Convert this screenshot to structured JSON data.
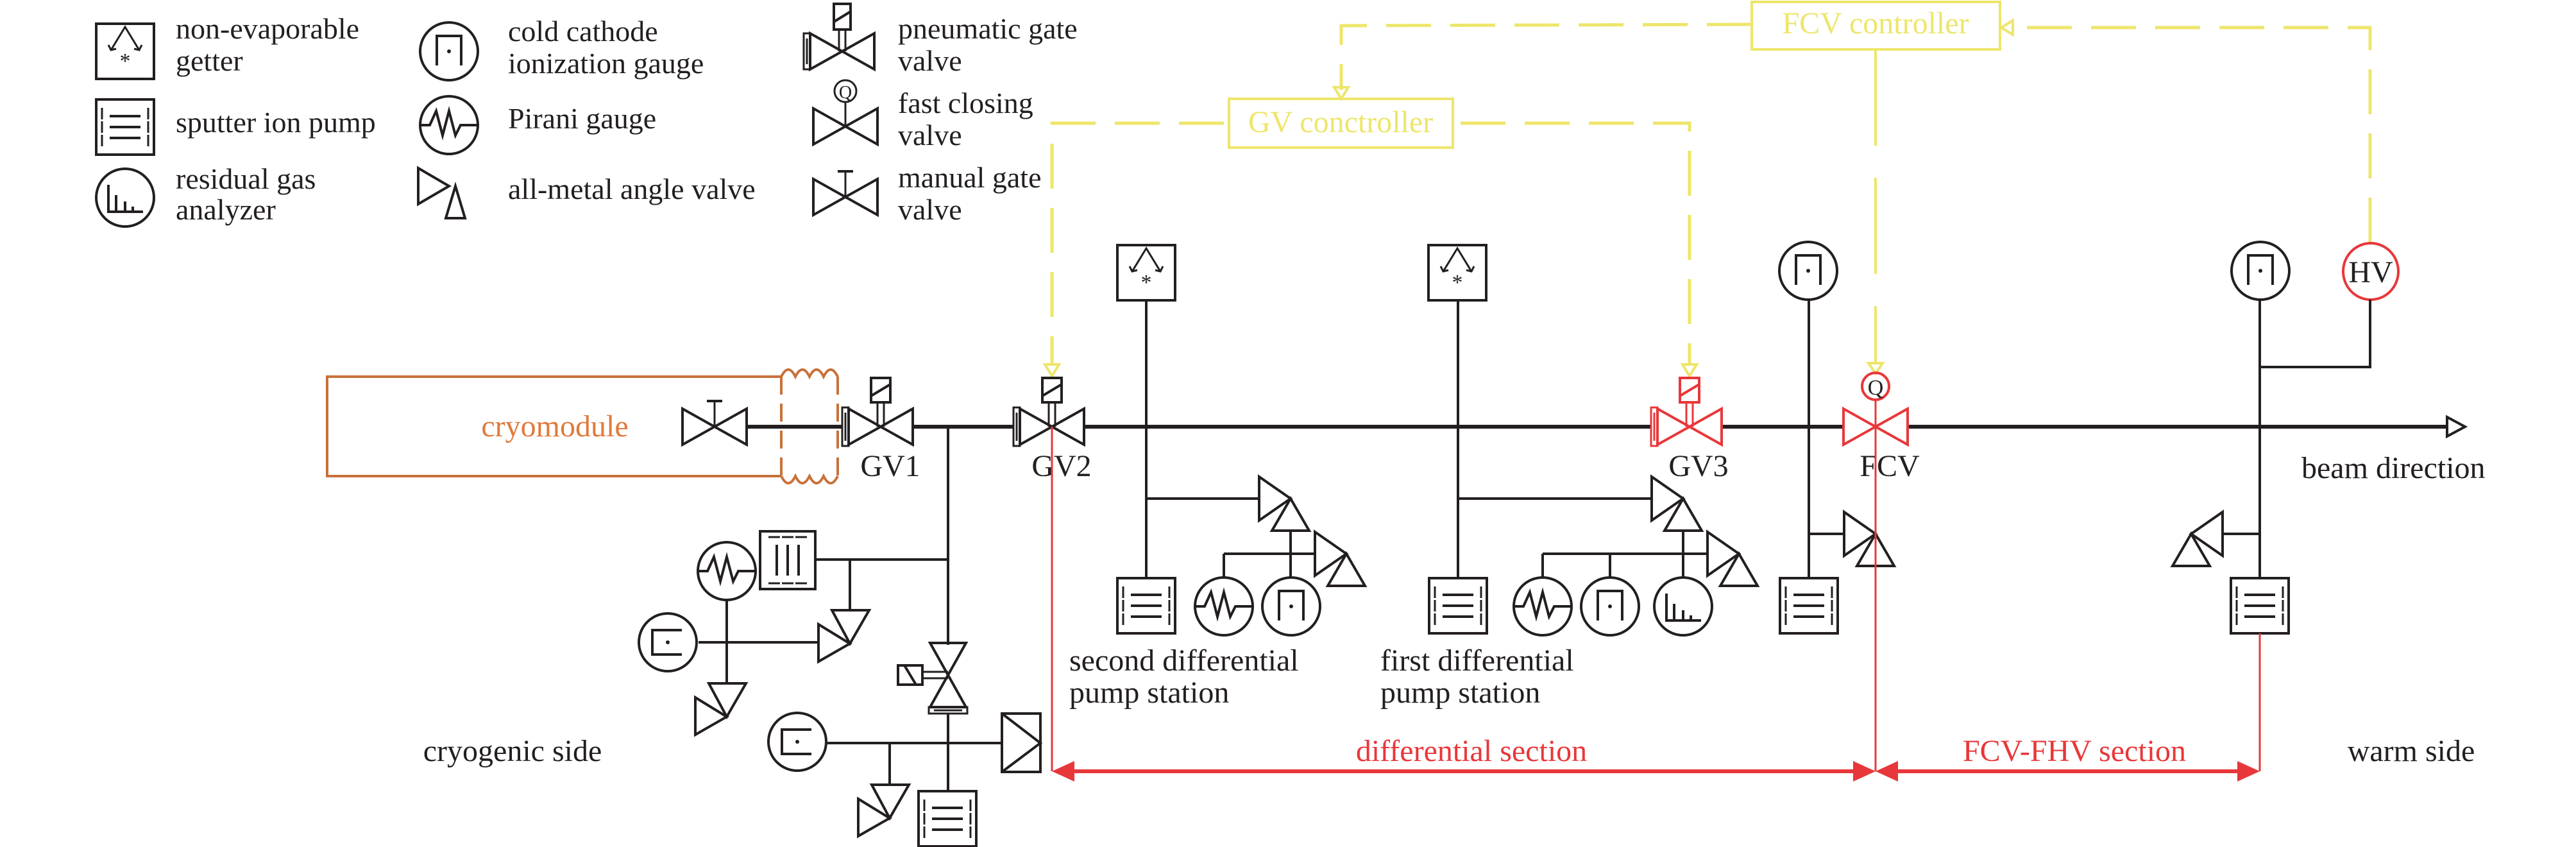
{
  "legend": {
    "items": [
      {
        "icon": "getter-icon",
        "lines": [
          "non-evaporable",
          "getter"
        ]
      },
      {
        "icon": "sputter-ion-pump-icon",
        "lines": [
          "sputter ion pump"
        ]
      },
      {
        "icon": "rga-icon",
        "lines": [
          "residual gas",
          "analyzer"
        ]
      },
      {
        "icon": "ccg-icon",
        "lines": [
          "cold cathode",
          "ionization gauge"
        ]
      },
      {
        "icon": "pirani-icon",
        "lines": [
          "Pirani gauge"
        ]
      },
      {
        "icon": "angle-valve-icon",
        "lines": [
          "all-metal angle valve"
        ]
      },
      {
        "icon": "pneumatic-gate-valve-icon",
        "lines": [
          "pneumatic gate",
          "valve"
        ]
      },
      {
        "icon": "fast-closing-valve-icon",
        "lines": [
          "fast closing",
          "valve"
        ]
      },
      {
        "icon": "manual-gate-valve-icon",
        "lines": [
          "manual gate",
          "valve"
        ]
      }
    ],
    "fcv_glyph": "Q"
  },
  "controllers": {
    "fcv": "FCV controller",
    "gv": "GV conctroller"
  },
  "beamline": {
    "cryomodule": "cryomodule",
    "valves": [
      "GV1",
      "GV2",
      "GV3",
      "FCV"
    ],
    "hv_sensor": "HV",
    "fcv_glyph": "Q",
    "beam_direction": "beam direction"
  },
  "stations": {
    "second": [
      "second differential",
      "pump station"
    ],
    "first": [
      "first differential",
      "pump station"
    ]
  },
  "sections": {
    "cryogenic": "cryogenic side",
    "differential": "differential section",
    "fcv_fhv": "FCV-FHV section",
    "warm": "warm side"
  },
  "colors": {
    "line": "#231f20",
    "highlight_red": "#e8373a",
    "controller_yellow": "#ede66a",
    "cryomodule_orange": "#c8713a"
  }
}
